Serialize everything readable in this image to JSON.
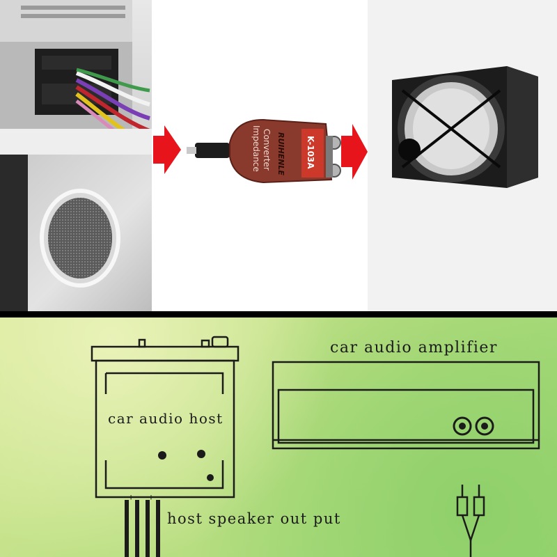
{
  "converter": {
    "brand": "RUIHENLE",
    "model": "K-103A",
    "label_line1": "Impedance",
    "label_line2": "Converter"
  },
  "diagram": {
    "host_label": "car audio host",
    "amp_label": "car audio amplifier",
    "speaker_label": "host speaker out put",
    "polarity_marks": "- + - +"
  },
  "colors": {
    "arrow": "#e8141b",
    "diagram_green": "#b9de82"
  }
}
